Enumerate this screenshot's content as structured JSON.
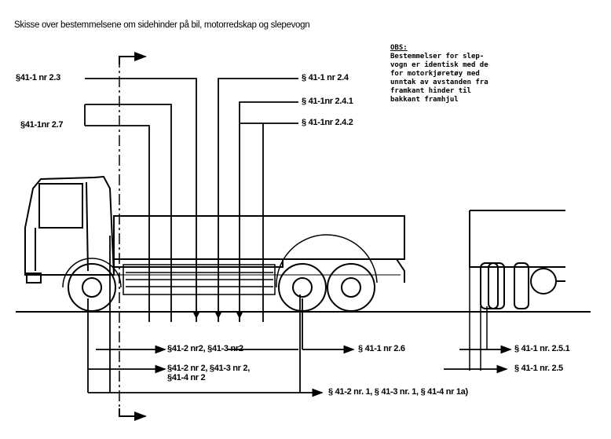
{
  "title": "Skisse over bestemmelsene om sidehinder på bil, motorredskap og slepevogn",
  "note": {
    "heading": "OBS:",
    "lines": [
      "Bestemmelser for slep-",
      "vogn er identisk med de",
      "for motorkjøretøy med",
      "unntak av avstanden fra",
      "framkant hinder til",
      "bakkant framhjul"
    ]
  },
  "labels": {
    "l_2_3": "§41-1 nr 2.3",
    "l_2_7": "§41-1nr 2.7",
    "l_2_4": "§ 41-1 nr 2.4",
    "l_2_4_1": "§ 41-1nr 2.4.1",
    "l_2_4_2": "§ 41-1nr 2.4.2",
    "l_41_2_nr2": "§41-2 nr2, §41-3 nr2",
    "l_2_6": "§ 41-1 nr 2.6",
    "l_nr2_line1": "§41-2 nr 2, §41-3 nr 2,",
    "l_nr2_line2": "§41-4 nr 2",
    "l_nr1": "§ 41-2 nr. 1, § 41-3 nr. 1, § 41-4 nr 1a)",
    "l_2_5_1": "§ 41-1 nr. 2.5.1",
    "l_2_5": "§ 41-1 nr. 2.5"
  }
}
